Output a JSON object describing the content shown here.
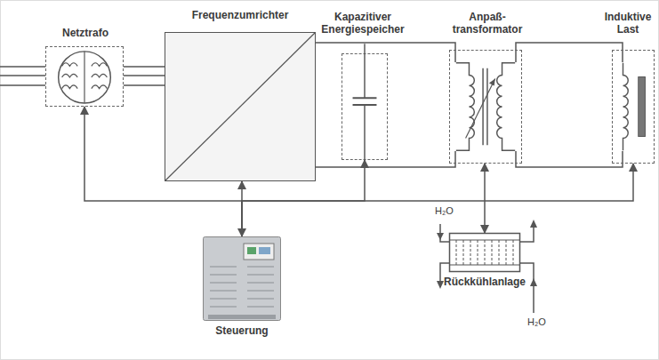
{
  "diagram": {
    "nodes": [
      {
        "text": [
          "Netztrafo"
        ]
      },
      {
        "text": [
          "Frequenzumrichter"
        ]
      },
      {
        "text": [
          "Kapazitiver Energiespeicher"
        ]
      },
      {
        "text": [
          "Anpaß- transformator"
        ]
      },
      {
        "text": [
          "Induktive Last"
        ]
      },
      {
        "text": [
          "Steuerung"
        ]
      },
      {
        "text": [
          "Rückkühlanlage"
        ]
      }
    ],
    "edges": [
      {
        "from": 0,
        "to": 1,
        "arrow": "none"
      },
      {
        "from": 1,
        "to": 2,
        "arrow": "none"
      },
      {
        "from": 2,
        "to": 3,
        "arrow": "none"
      },
      {
        "from": 3,
        "to": 4,
        "arrow": "none"
      },
      {
        "from": 5,
        "to": 1,
        "arrow": "both"
      },
      {
        "from": 5,
        "to": 0,
        "arrow": "to"
      },
      {
        "from": 5,
        "to": 2,
        "arrow": "to"
      },
      {
        "from": 5,
        "to": 4,
        "arrow": "to"
      },
      {
        "from": 6,
        "to": 3,
        "arrow": "both"
      }
    ],
    "labels": [
      "H₂O",
      "H₂O"
    ]
  }
}
